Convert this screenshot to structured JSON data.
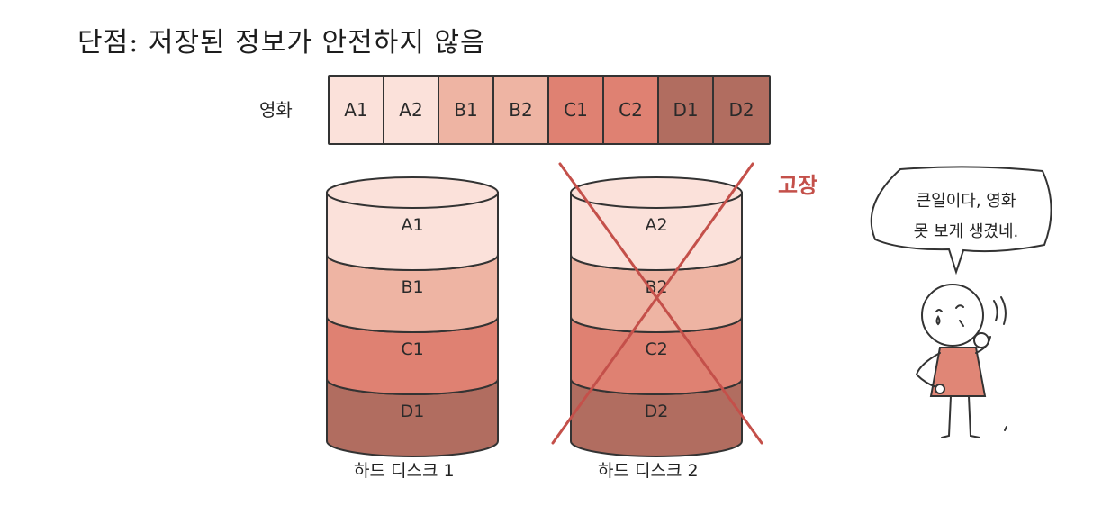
{
  "title": "단점: 저장된 정보가 안전하지 않음",
  "movie_label": "영화",
  "blocks": [
    "A1",
    "A2",
    "B1",
    "B2",
    "C1",
    "C2",
    "D1",
    "D2"
  ],
  "colors": {
    "a": "#fbe1da",
    "b": "#eeb4a3",
    "c": "#df8172",
    "d": "#b16d60",
    "fail": "#c4504a",
    "outline": "#333333",
    "person": "#e08676"
  },
  "disks": [
    {
      "label": "하드 디스크 1",
      "layers": [
        "A1",
        "B1",
        "C1",
        "D1"
      ],
      "failed": false
    },
    {
      "label": "하드 디스크 2",
      "layers": [
        "A2",
        "B2",
        "C2",
        "D2"
      ],
      "failed": true
    }
  ],
  "failure_label": "고장",
  "speech": {
    "line1": "큰일이다, 영화",
    "line2": "못 보게 생겼네."
  }
}
